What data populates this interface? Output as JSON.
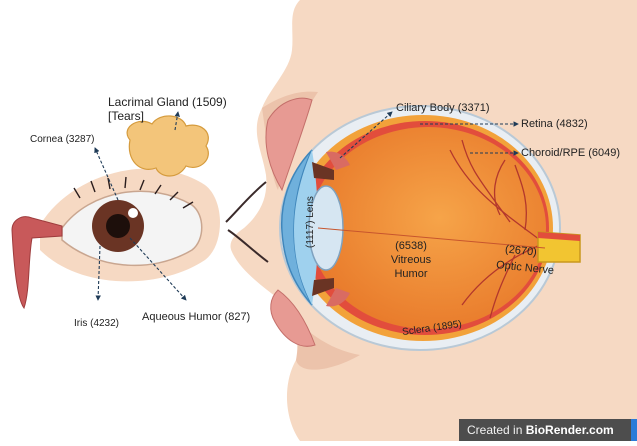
{
  "labels": {
    "lacrimal_gland": "Lacrimal Gland (1509)",
    "tears": "[Tears]",
    "cornea": "Cornea (3287)",
    "iris": "Iris (4232)",
    "aqueous_humor": "Aqueous Humor (827)",
    "ciliary_body": "Ciliary Body (3371)",
    "retina": "Retina (4832)",
    "choroid_rpe": "Choroid/RPE (6049)",
    "lens_count": "(1117)",
    "lens": "Lens",
    "vitreous_count": "(6538)",
    "vitreous_1": "Vitreous",
    "vitreous_2": "Humor",
    "optic_nerve_count": "(2670)",
    "optic_nerve": "Optic Nerve",
    "sclera": "Sclera",
    "sclera_count": "(1895)"
  },
  "footer": {
    "prefix": "Created in ",
    "brand": "BioRender.com"
  },
  "colors": {
    "skin": "#f6d9c3",
    "skin_dark": "#e8b9a0",
    "muscle": "#e79a93",
    "sclera_white": "#e9eef3",
    "choroid": "#f2a23a",
    "retina": "#e24d3c",
    "vitreous": "#f08a2f",
    "cornea_blue": "#6fb0dc",
    "iris_brown": "#6a3424",
    "nerve_yellow": "#f2c531",
    "gland": "#f3c57a",
    "footer_bg": "#4d4d4d"
  }
}
